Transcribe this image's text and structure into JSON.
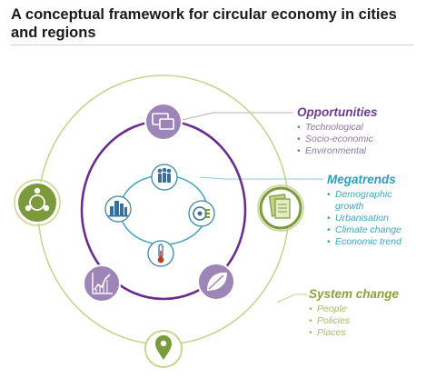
{
  "title": "A conceptual framework for circular economy in cities and regions",
  "colors": {
    "outer_ring": "#c5d08a",
    "middle_ring": "#6b2d8c",
    "inner_ring": "#47a8c0",
    "outer_nodes": "#7b9a3b",
    "middle_nodes": "#9d85b8",
    "inner_node_stroke": "#3a86a8",
    "connector": "#aaaaaa"
  },
  "legend": {
    "opportunities": {
      "heading": "Opportunities",
      "items": [
        "Technological",
        "Socio-economic",
        "Environmental"
      ]
    },
    "megatrends": {
      "heading": "Megatrends",
      "items": [
        "Demographic",
        "growth",
        "Urbanisation",
        "Climate change",
        "Economic trend"
      ]
    },
    "system_change": {
      "heading": "System change",
      "items": [
        "People",
        "Policies",
        "Places"
      ]
    }
  },
  "nodes": {
    "outer": [
      "people-network-icon",
      "documents-icon",
      "location-pin-icon"
    ],
    "middle": [
      "devices-icon",
      "growth-chart-icon",
      "leaf-icon"
    ],
    "inner": [
      "population-icon",
      "city-icon",
      "economy-icon",
      "thermometer-icon"
    ]
  }
}
